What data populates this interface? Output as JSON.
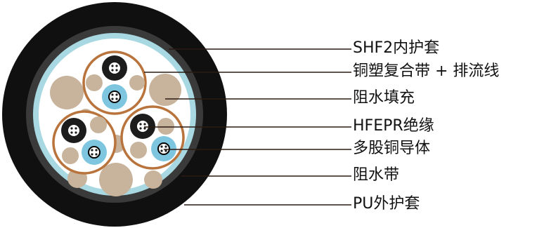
{
  "labels": [
    {
      "id": "inner-sheath",
      "text": "SHF2内护套"
    },
    {
      "id": "shield-tape",
      "text": "铜塑复合带 + 排流线"
    },
    {
      "id": "water-blocking-filler",
      "text": "阻水填充"
    },
    {
      "id": "insulation",
      "text": "HFEPR绝缘"
    },
    {
      "id": "conductor",
      "text": "多股铜导体"
    },
    {
      "id": "water-blocking-tape",
      "text": "阻水带"
    },
    {
      "id": "outer-sheath",
      "text": "PU外护套"
    }
  ],
  "colors": {
    "outer_sheath": "#101010",
    "tape_ring": "#3a3a3a",
    "inner_sheath": "#a8d8e2",
    "filler": "#ffffff",
    "filler_circle": "#c8b49c",
    "copper_ring": "#b8743c",
    "insulation_black": "#1c1c1c",
    "insulation_blue": "#7ec6e0",
    "leader_line": "#2a1a12"
  }
}
